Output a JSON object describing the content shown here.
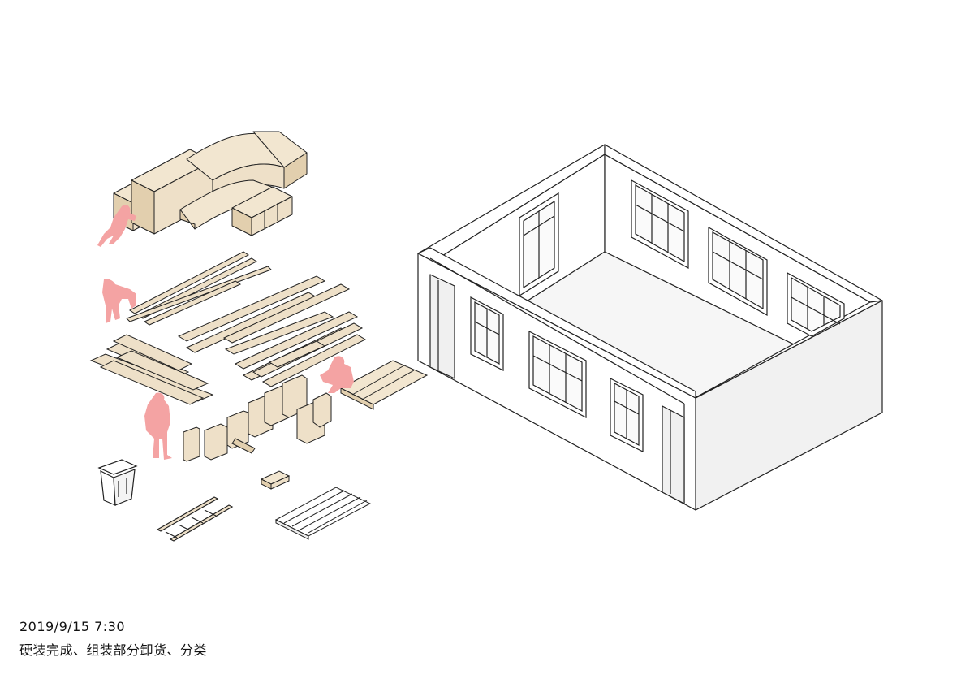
{
  "caption": {
    "datetime": "2019/9/15   7:30",
    "description": "硬装完成、组装部分卸货、分类"
  },
  "colors": {
    "wood": "#eee0c8",
    "wood_side": "#e2cfae",
    "figure": "#f4a3a3",
    "line": "#222222",
    "wall": "#ffffff",
    "wall_shade": "#f2f2f2",
    "floor": "#f5f5f5"
  },
  "figures": [
    "pushing-worker",
    "bending-worker",
    "standing-worker",
    "crouching-worker"
  ],
  "objects": [
    "curved-cabinet-modules",
    "plank-pile-upper",
    "plank-pile-middle",
    "plank-pile-lower",
    "panel-stacks",
    "flat-boards",
    "trash-bin",
    "ladder",
    "small-box",
    "floor-grate",
    "room-shell"
  ]
}
